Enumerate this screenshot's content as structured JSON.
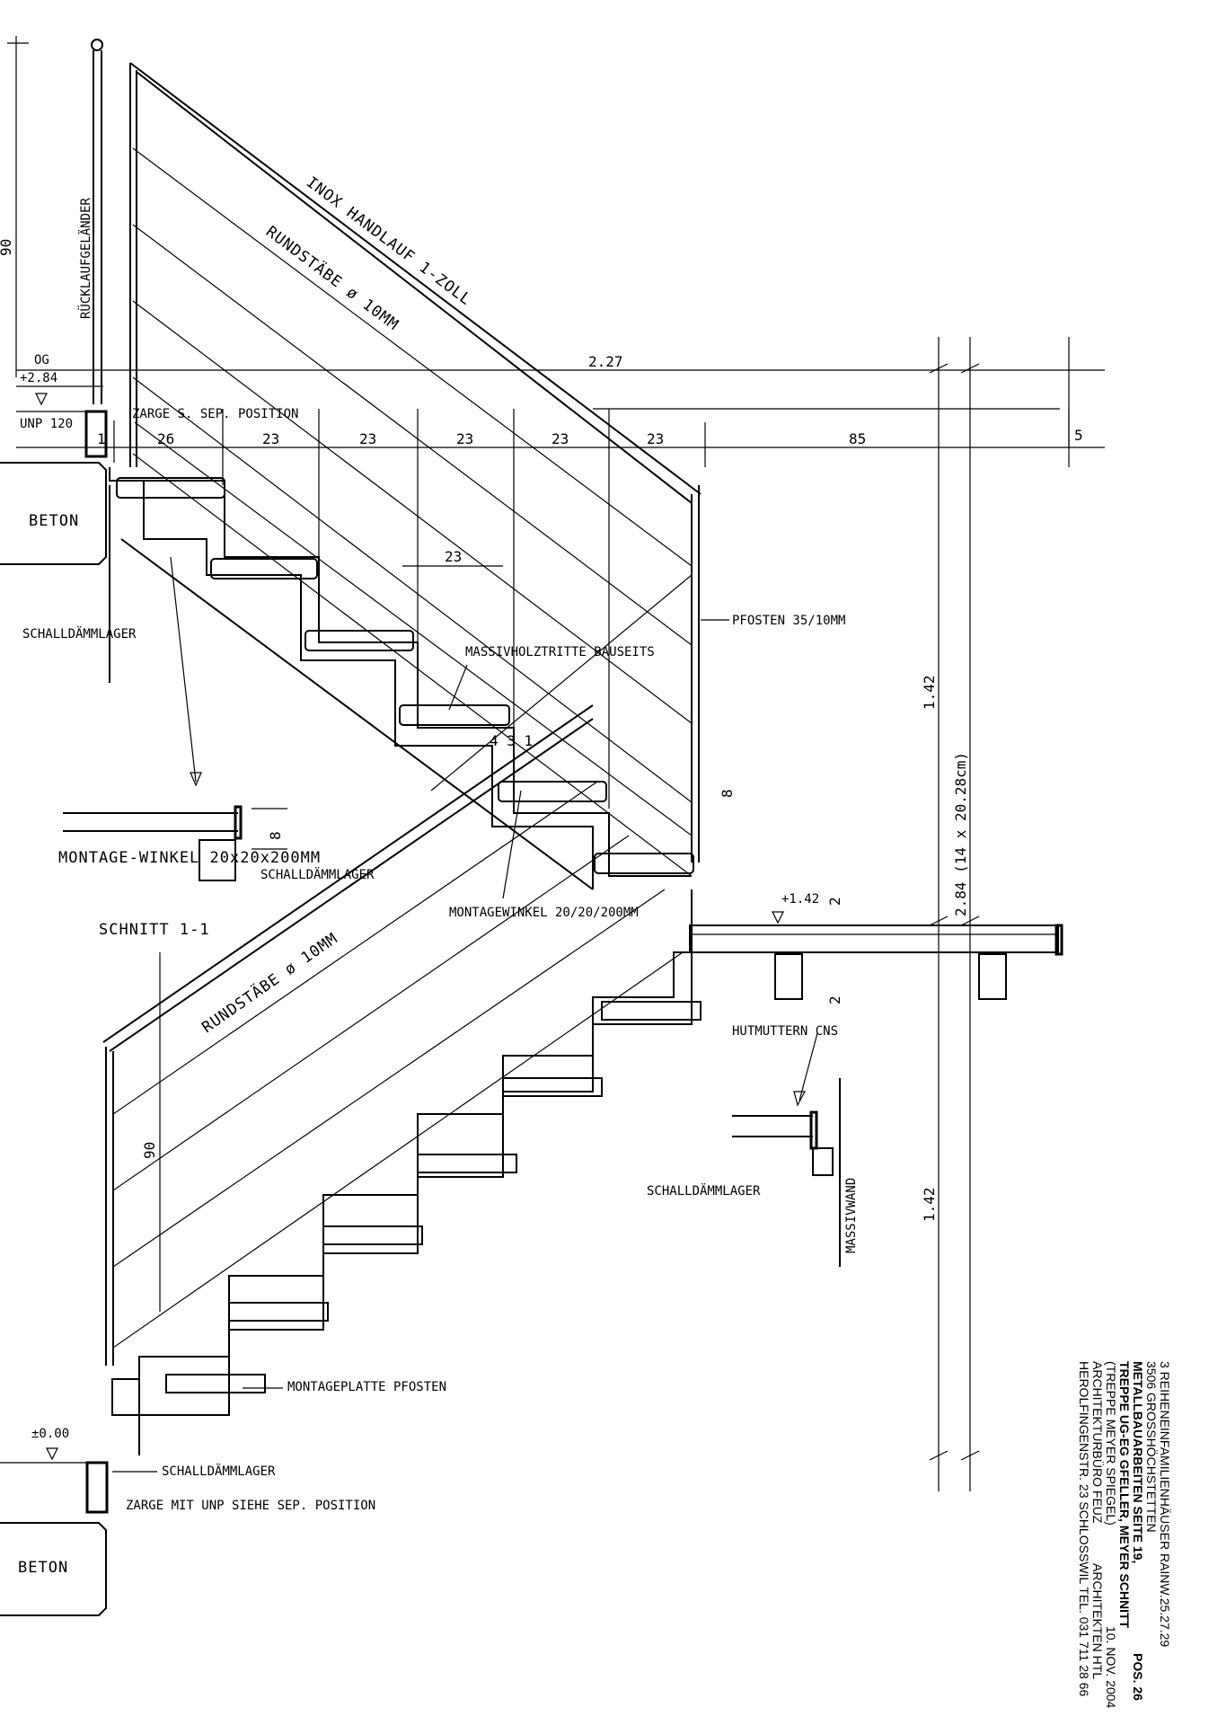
{
  "drawing": {
    "labels": {
      "handlauf": "INOX HANDLAUF 1-ZOLL",
      "rundstaebe_top": "RUNDSTÄBE ø 10MM",
      "rundstaebe_bottom": "RUNDSTÄBE ø 10MM",
      "rueckgelaender": "RÜCKLAUFGELÄNDER",
      "og": "OG",
      "og_level": "+2.84",
      "unp": "UNP 120",
      "zarge_top": "ZARGE S. SEP. POSITION",
      "beton_top": "BETON",
      "schall_1": "SCHALLDÄMMLAGER",
      "massivholz": "MASSIVHOLZTRITTE BAUSEITS",
      "pfosten": "PFOSTEN 35/10MM",
      "montagewinkel_detail": "MONTAGE-WINKEL 20x20x200MM",
      "schall_2": "SCHALLDÄMMLAGER",
      "montagewinkel": "MONTAGEWINKEL 20/20/200MM",
      "schnitt": "SCHNITT 1-1",
      "level_142": "+1.42",
      "hutmuttern": "HUTMUTTERN CNS",
      "schall_3": "SCHALLDÄMMLAGER",
      "massivwand": "MASSIVWAND",
      "montageplatte": "MONTAGEPLATTE PFOSTEN",
      "level_000": "±0.00",
      "schall_4": "SCHALLDÄMMLAGER",
      "zarge_bottom": "ZARGE MIT UNP SIEHE SEP. POSITION",
      "beton_bottom": "BETON"
    },
    "dimensions": {
      "top_total": "2.27",
      "top_1": "1",
      "top_26": "26",
      "tread_a": "23",
      "tread_b": "23",
      "tread_c": "23",
      "tread_d": "23",
      "tread_e": "23",
      "landing": "85",
      "right_5": "5",
      "mid_23": "23",
      "detail_431": "4 3 1",
      "detail_8a": "8",
      "detail_8b": "8",
      "height_left": "90",
      "height_top_left": "90",
      "rise_upper": "1.42",
      "rise_total": "2.84 (14 x 20.28cm)",
      "rise_lower": "1.42",
      "small_2a": "2",
      "small_2b": "2"
    }
  },
  "title_block": {
    "line1": "3 REIHENEINFAMILIENHÄUSER RAINW.25.27.29",
    "line2": "3506 GROSSHÖCHSTETTEN",
    "line3_a": "METALLBAUARBEITEN SEITE 19,",
    "line3_b": "POS. 26",
    "line4": "TREPPE UG-EG GFELLER, MEYER SCHNITT",
    "line5_a": "(TREPPE MEYER SPIEGEL)",
    "line5_b": "10. NOV. 2004",
    "line6_a": "ARCHITEKTURBÜRO FEUZ",
    "line6_b": "ARCHITEKTEN HTL",
    "line7": "HEROLFINGENSTR. 23 SCHLOSSWIL TEL. 031 711 28 66"
  }
}
